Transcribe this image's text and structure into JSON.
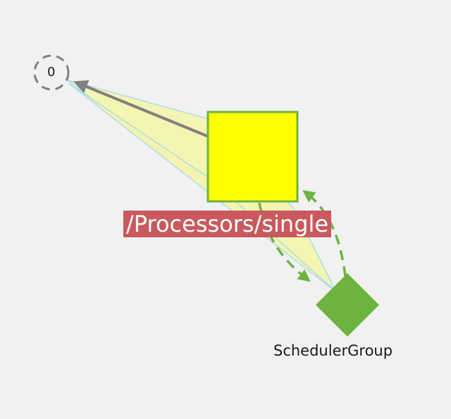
{
  "diagram": {
    "nodes": {
      "anchor": {
        "text": "0"
      },
      "processor": {
        "text": "/Processors/single",
        "fill": "#ffff00",
        "stroke": "#6db33f"
      },
      "group": {
        "text": "SchedulerGroup",
        "fill": "#6db33f"
      }
    },
    "colors": {
      "band_fill": "#f5f5b0",
      "band_stroke": "#a8dce8",
      "arrow_gray": "#808080",
      "arrow_green": "#6db33f",
      "label_bg": "#c9595d"
    }
  }
}
